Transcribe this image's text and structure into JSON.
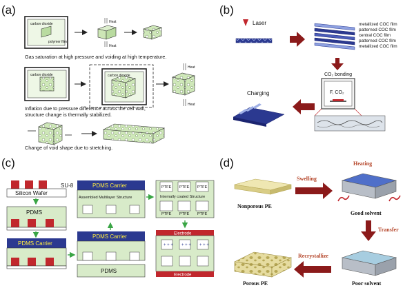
{
  "panel_labels": {
    "a": "(a)",
    "b": "(b)",
    "c": "(c)",
    "d": "(d)"
  },
  "a": {
    "box1_gas": "carbon dioxide",
    "box1_film": "polymer film",
    "heat1": "Heat",
    "heat2": "Heat",
    "caption1": "Gas saturation at high pressure and voiding at high temperature.",
    "box2_gas": "carbon dioxide",
    "box3_gas": "carbon dioxide",
    "heat3": "Heat",
    "heat4": "Heat",
    "caption2_line1": "Inflation due to pressure difference across the cell wall,",
    "caption2_line2": "structure change is thermally stabilized.",
    "caption3": "Change of void shape due to stretching."
  },
  "b": {
    "laser": "Laser",
    "layers": [
      "metallized COC film",
      "patterned COC film",
      "central COC film",
      "patterned COC film",
      "metallized COC film"
    ],
    "co2_bonding": "CO₂ bonding",
    "f_co2": "F, CO₂",
    "charging": "Charging"
  },
  "c": {
    "su8": "SU-8",
    "silicon_wafer": "Silicon Wafer",
    "pdms1": "PDMS",
    "pdms_carrier1": "PDMS Carrier",
    "pdms_carrier2": "PDMS Carrier",
    "assembled": "Assembled Multilayer Structure",
    "pdms_carrier3": "PDMS Carrier",
    "pdms2": "PDMS",
    "ptfe": "PTFE",
    "internally_coated": "Internally coated Structure",
    "electrode": "Electrode"
  },
  "d": {
    "swelling": "Swelling",
    "heating": "Heating",
    "nonporous": "Nonporous PE",
    "good_solvent": "Good solvent",
    "transfer": "Transfer",
    "recrystallize": "Recrystallize",
    "porous": "Porous PE",
    "poor_solvent": "Poor solvent"
  },
  "colors": {
    "blue": "#2b3990",
    "red": "#c1272d",
    "green": "#d8ebc9",
    "green_arrow": "#3aa545",
    "dark_red": "#8b1a1a",
    "orange_text": "#b5462a",
    "pe": "#e6dca0"
  }
}
